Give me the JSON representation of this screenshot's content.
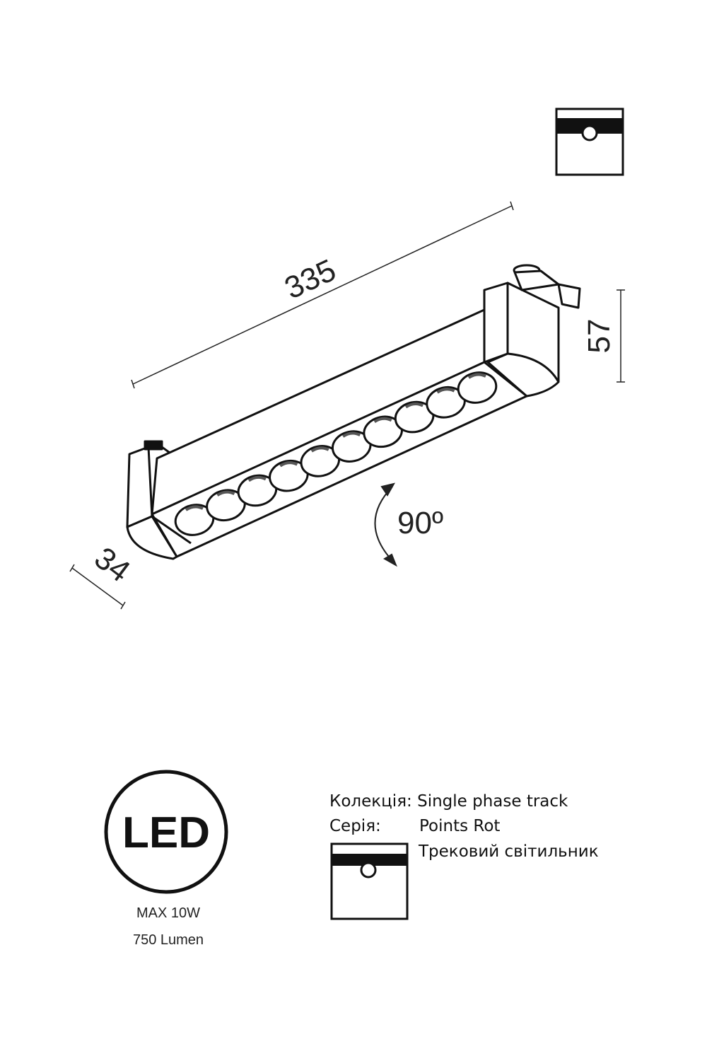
{
  "drawing": {
    "length_mm": "335",
    "height_mm": "57",
    "width_mm": "34",
    "rotation": "90º",
    "lens_count": 10
  },
  "led_badge": {
    "label": "LED",
    "power": "MAX 10W",
    "flux": "750 Lumen"
  },
  "info": {
    "collection_label": "Колекція:",
    "collection_value": "Single phase track",
    "series_label": "Серія:",
    "series_value": "Points Rot",
    "type_value": "Трековий світильник"
  },
  "icons": {
    "mount_type": "track-mount-icon"
  },
  "colors": {
    "ink": "#111111",
    "background": "#ffffff"
  }
}
